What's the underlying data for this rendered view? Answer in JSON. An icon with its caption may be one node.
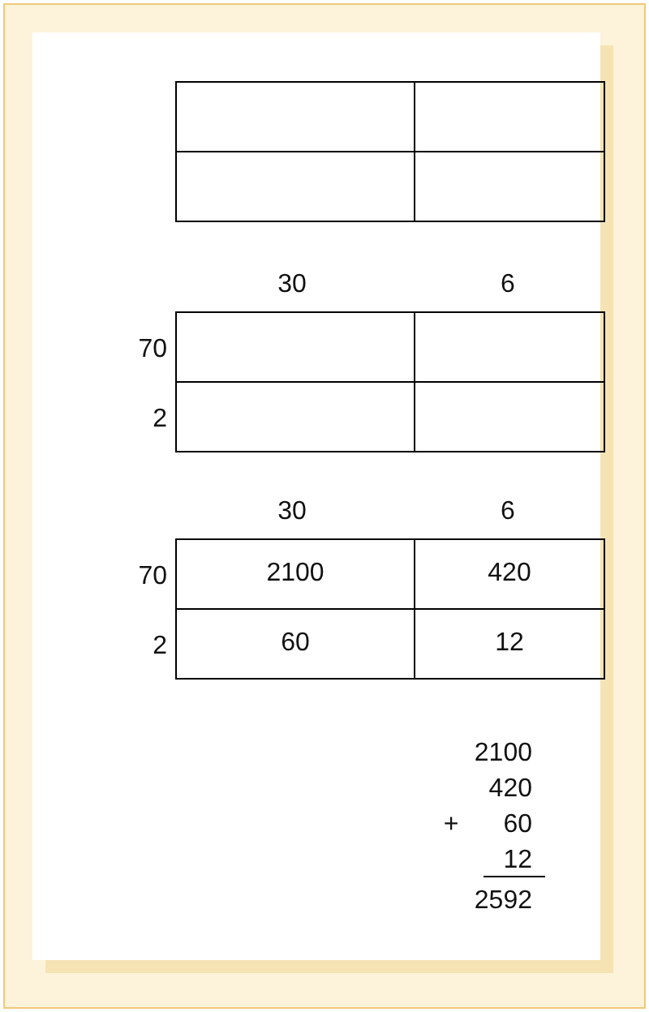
{
  "diagram": {
    "labels": [
      "30",
      "6",
      "70",
      "2",
      "30",
      "6",
      "70",
      "2100",
      "420",
      "2",
      "60",
      "12",
      "2100",
      "420",
      "+",
      "60",
      "12",
      "2592"
    ]
  }
}
